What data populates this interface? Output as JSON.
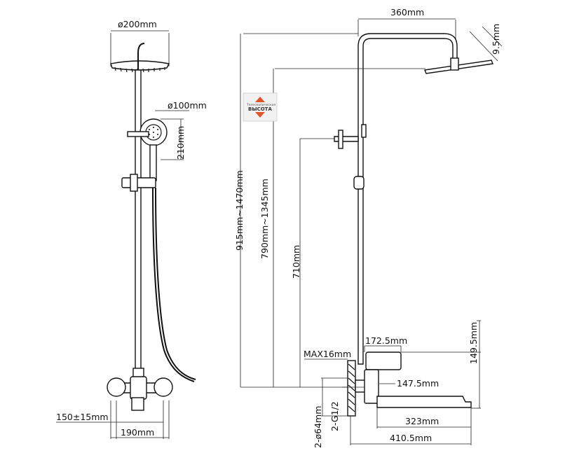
{
  "front_view": {
    "head_diameter": "ø200mm",
    "hand_shower_diameter": "ø100mm",
    "holder_height": "210mm",
    "inlet_spacing": "150±15mm",
    "mixer_width": "190mm"
  },
  "side_view": {
    "arm_reach": "360mm",
    "head_tilt": "9.5mm",
    "height_range_total": "915mm~1470mm",
    "height_range_head": "790mm~1345mm",
    "diverter_height": "710mm",
    "max_wall": "MAX16mm",
    "mixer_depth": "172.5mm",
    "mixer_height": "149.5mm",
    "spout_offset": "147.5mm",
    "spout_length": "323mm",
    "spout_total": "410.5mm",
    "cover_diameter": "2-ø64mm",
    "inlet_thread": "2-G1/2"
  },
  "badge": {
    "top_text": "Телескопическая",
    "main_text": "ВЫСОТА",
    "accent_color": "#e2552a"
  }
}
